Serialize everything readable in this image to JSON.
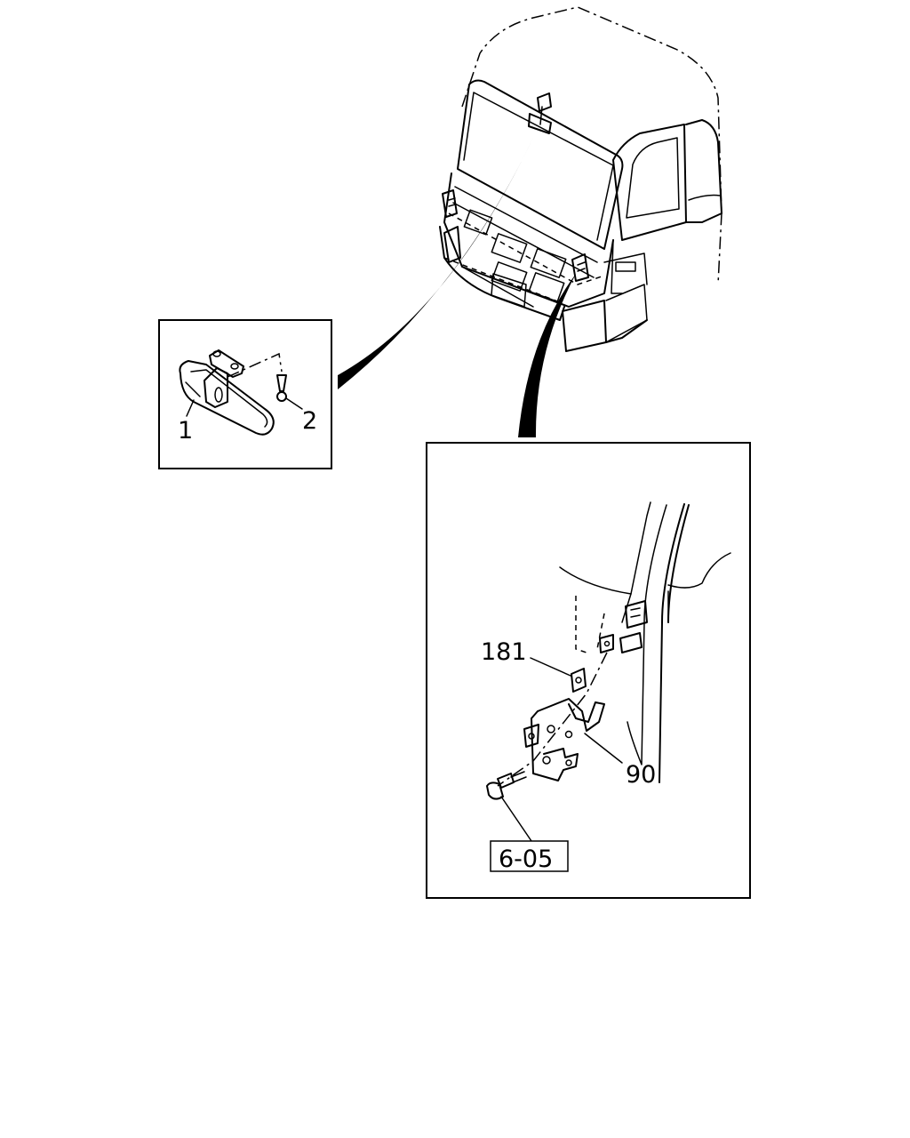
{
  "callouts": {
    "mirror": "1",
    "screw": "2",
    "spacer": "181",
    "bracket": "90",
    "ref": "6-05"
  }
}
